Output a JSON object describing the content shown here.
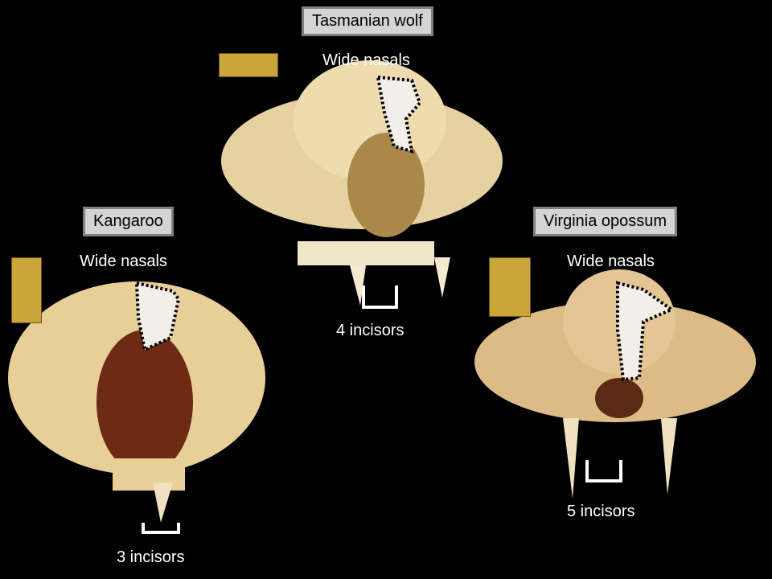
{
  "specimens": [
    {
      "name": "Tasmanian wolf",
      "nasals": "Wide nasals",
      "incisors": "4 incisors"
    },
    {
      "name": "Kangaroo",
      "nasals": "Wide nasals",
      "incisors": "3 incisors"
    },
    {
      "name": "Virginia opossum",
      "nasals": "Wide nasals",
      "incisors": "5 incisors"
    }
  ],
  "colors": {
    "bone": "#e9d3a2",
    "label_fill": "#d4d4d4",
    "label_border": "#7f7f7f",
    "nasal_fill": "#f2efe9"
  }
}
